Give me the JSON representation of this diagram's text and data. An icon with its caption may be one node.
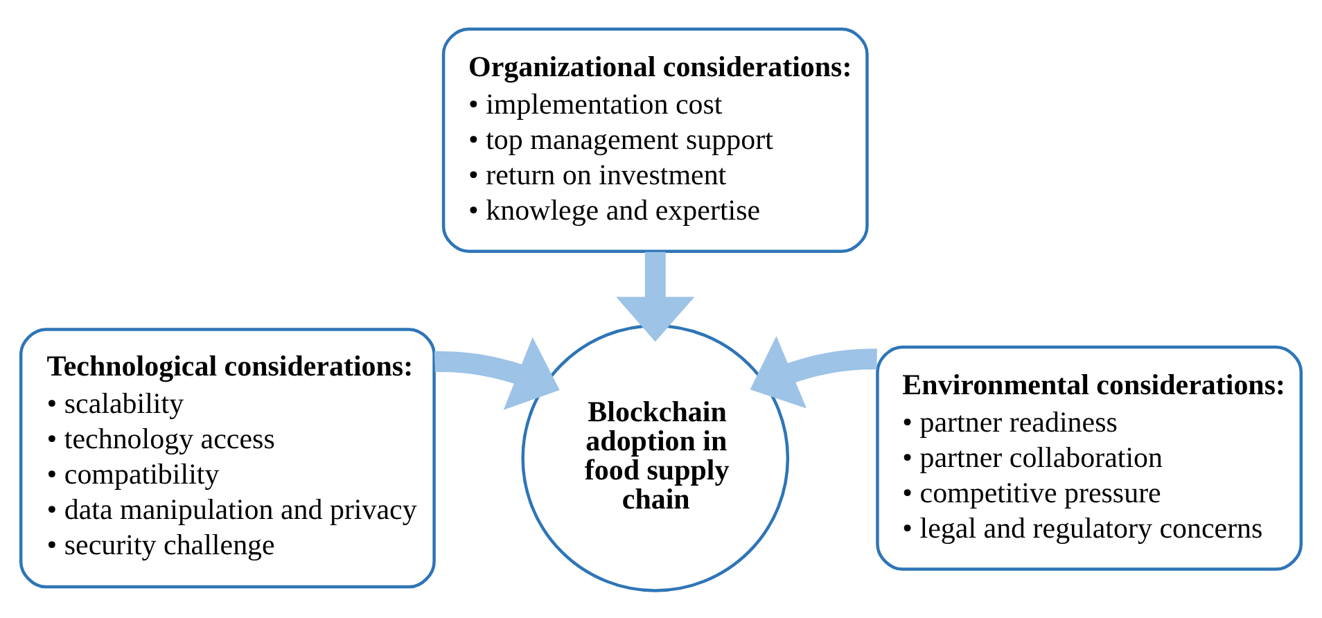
{
  "diagram": {
    "nodes": [
      {
        "text": [
          "Organizational considerations:",
          "• implementation cost",
          "• top management support",
          "• return on investment",
          "• knowlege and expertise"
        ]
      },
      {
        "text": [
          "Technological considerations:",
          "• scalability",
          "• technology access",
          "• compatibility",
          "• data manipulation and privacy",
          "• security challenge"
        ]
      },
      {
        "text": [
          "Environmental considerations:",
          "• partner readiness",
          "• partner collaboration",
          "• competitive pressure",
          "• legal and regulatory concerns"
        ]
      },
      {
        "text": [
          "Blockchain adoption in food supply chain"
        ]
      }
    ],
    "edges": [
      {
        "from": 0,
        "to": 3,
        "arrow": "to"
      },
      {
        "from": 1,
        "to": 3,
        "arrow": "to"
      },
      {
        "from": 2,
        "to": 3,
        "arrow": "to"
      }
    ]
  }
}
